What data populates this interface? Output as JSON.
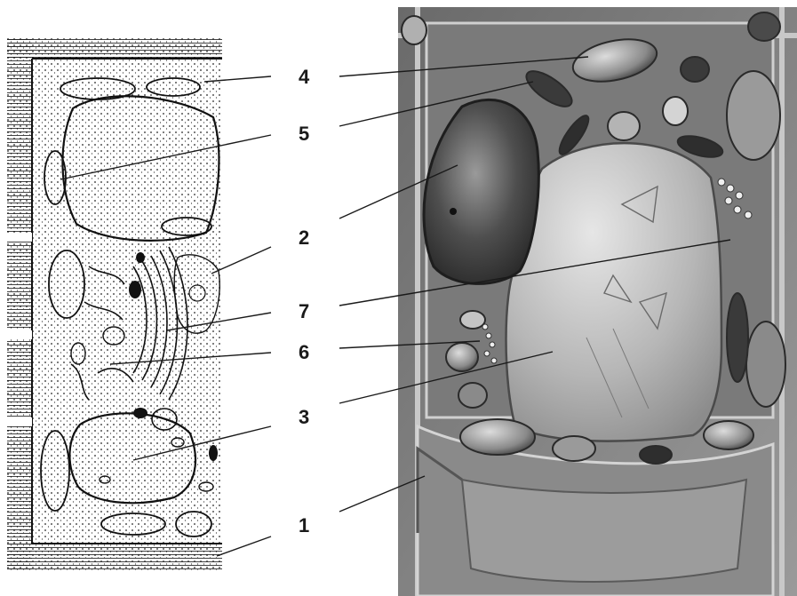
{
  "labels": [
    {
      "id": "4",
      "text": "4"
    },
    {
      "id": "5",
      "text": "5"
    },
    {
      "id": "2",
      "text": "2"
    },
    {
      "id": "7",
      "text": "7"
    },
    {
      "id": "6",
      "text": "6"
    },
    {
      "id": "3",
      "text": "3"
    },
    {
      "id": "1",
      "text": "1"
    }
  ],
  "colors": {
    "ink": "#111111",
    "background": "#ffffff",
    "photo_dark": "#3a3a3a",
    "photo_mid": "#8a8a8a",
    "photo_light": "#d9d9d9"
  }
}
